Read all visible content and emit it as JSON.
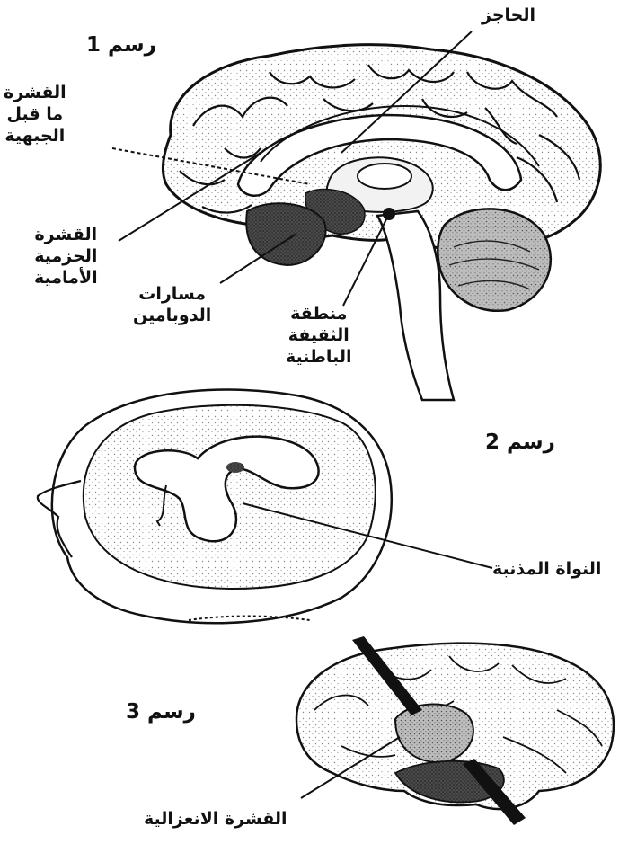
{
  "figures": {
    "fig1": {
      "title": "رسم 1"
    },
    "fig2": {
      "title": "رسم 2"
    },
    "fig3": {
      "title": "رسم 3"
    }
  },
  "labels": {
    "septum": "الحاجز",
    "prefrontal_cortex": [
      "القشرة",
      "ما قبل",
      "الجبهية"
    ],
    "anterior_cingulate": [
      "القشرة",
      "الحزمية",
      "الأمامية"
    ],
    "dopamine_pathways": [
      "مسارات",
      "الدوبامين"
    ],
    "vta": [
      "منطقة",
      "الثقيفة",
      "الباطنية"
    ],
    "caudate_nucleus": "النواة المذنبة",
    "insular_cortex": "القشرة الانعزالية"
  },
  "colors": {
    "ink": "#111111",
    "stipple": "#9a9a9a",
    "dark": "#2a2a2a",
    "paper": "#ffffff"
  }
}
